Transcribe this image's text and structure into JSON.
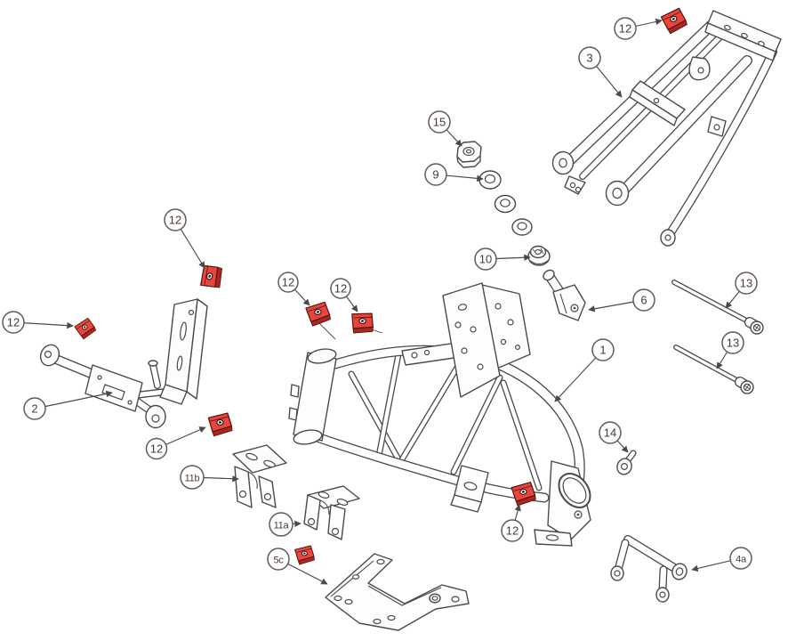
{
  "callouts": [
    {
      "label": "12"
    },
    {
      "label": "3"
    },
    {
      "label": "15"
    },
    {
      "label": "9"
    },
    {
      "label": "10"
    },
    {
      "label": "6"
    },
    {
      "label": "13"
    },
    {
      "label": "13"
    },
    {
      "label": "1"
    },
    {
      "label": "2"
    },
    {
      "label": "12"
    },
    {
      "label": "12"
    },
    {
      "label": "12"
    },
    {
      "label": "12"
    },
    {
      "label": "12"
    },
    {
      "label": "11b"
    },
    {
      "label": "11a"
    },
    {
      "label": "5c"
    },
    {
      "label": "12"
    },
    {
      "label": "14"
    },
    {
      "label": "4a"
    }
  ],
  "colors": {
    "highlight": "#e8453c",
    "highlight_dark": "#a8271e",
    "line": "#4a4a4a",
    "callout_text": "#4f3a30",
    "background": "#ffffff"
  }
}
